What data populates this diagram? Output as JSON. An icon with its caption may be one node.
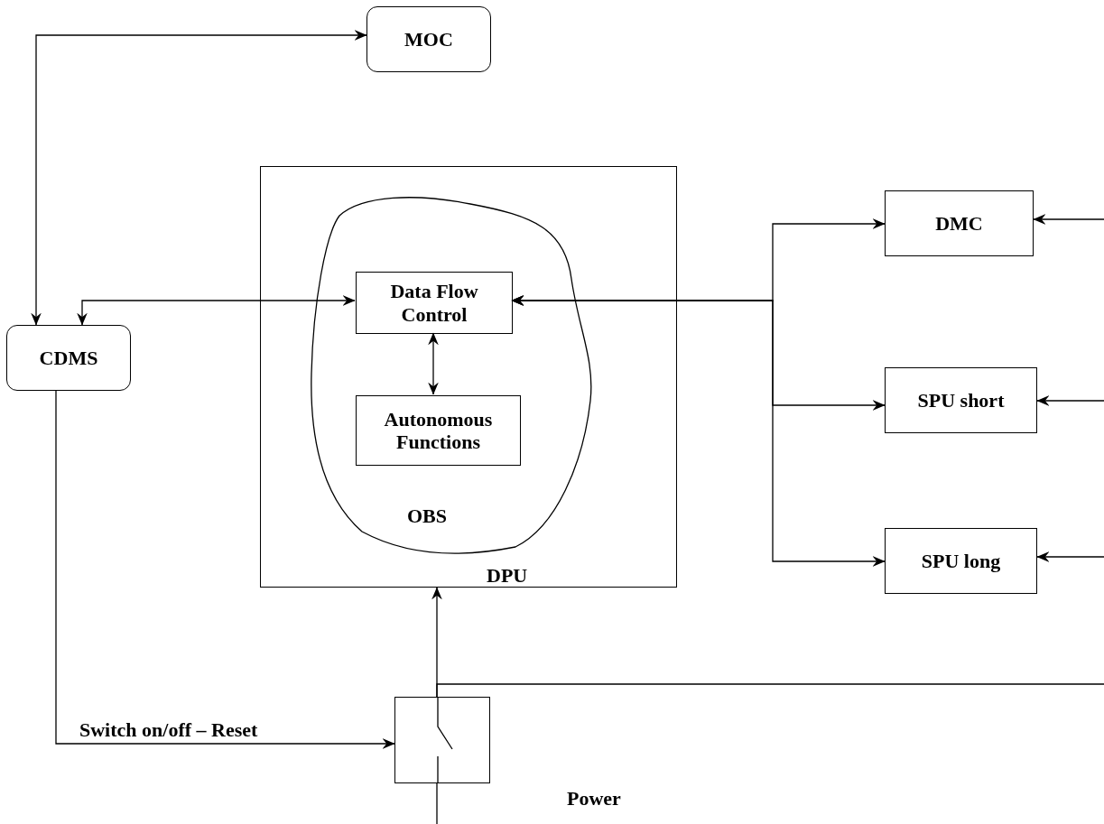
{
  "diagram": {
    "nodes": [
      {
        "text": [
          "MOC"
        ]
      },
      {
        "text": [
          "CDMS"
        ]
      },
      {
        "text": [
          "DPU"
        ]
      },
      {
        "text": [
          "OBS"
        ],
        "in": 2
      },
      {
        "text": [
          "Data Flow Control"
        ],
        "in": 3
      },
      {
        "text": [
          "Autonomous Functions"
        ],
        "in": 3
      },
      {
        "text": [
          "DMC"
        ]
      },
      {
        "text": [
          "SPU short"
        ]
      },
      {
        "text": [
          "SPU long"
        ]
      },
      {
        "text": [],
        "shape": "box"
      }
    ],
    "edges": [
      {
        "from": 1,
        "to": 0,
        "arrow": "both"
      },
      {
        "from": 1,
        "to": 4,
        "arrow": "both"
      },
      {
        "from": 4,
        "to": 5,
        "arrow": "both"
      },
      {
        "from": 4,
        "to": 6,
        "arrow": "both"
      },
      {
        "from": 4,
        "to": 7,
        "arrow": "both"
      },
      {
        "from": 4,
        "to": 8,
        "arrow": "both"
      },
      {
        "from": null,
        "to": 6,
        "arrow": "to"
      },
      {
        "from": null,
        "to": 7,
        "arrow": "to"
      },
      {
        "from": null,
        "to": 8,
        "arrow": "to"
      },
      {
        "from": 1,
        "to": 9,
        "arrow": "to",
        "label": "Switch on/off – Reset"
      },
      {
        "from": 9,
        "to": 2,
        "arrow": "to"
      },
      {
        "from": 9,
        "to": null,
        "arrow": "none"
      },
      {
        "from": null,
        "to": 9,
        "arrow": "none"
      }
    ],
    "labels": [
      "Power"
    ]
  }
}
